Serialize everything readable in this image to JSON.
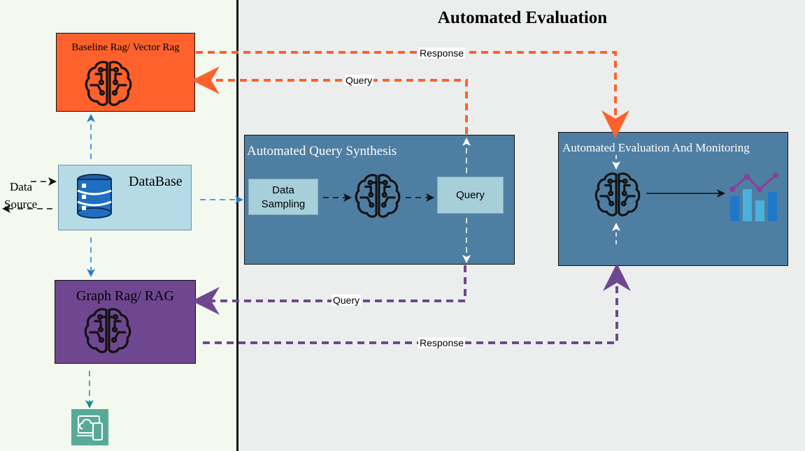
{
  "title": "Automated Evaluation",
  "nodes": {
    "baseline": {
      "label": "Baseline Rag/ Vector Rag",
      "color": "#fe612c"
    },
    "graph": {
      "label": "Graph Rag/ RAG",
      "color": "#6f4791"
    },
    "database": {
      "label": "DataBase",
      "color": "#b5dbe6"
    },
    "data_source": {
      "line1": "Data",
      "line2": "Source"
    },
    "synthesis": {
      "label": "Automated Query Synthesis",
      "color": "#4f7ea3"
    },
    "sampling": {
      "line1": "Data",
      "line2": "Sampling"
    },
    "query_box": {
      "label": "Query"
    },
    "evaluation": {
      "label": "Automated Evaluation And Monitoring",
      "color": "#4f7ea3"
    }
  },
  "edges": {
    "response_top": "Response",
    "query_top": "Query",
    "query_bottom": "Query",
    "response_bottom": "Response"
  },
  "colors": {
    "orange": "#fe612c",
    "purple": "#6f4791",
    "blue": "#2b7bd0",
    "teal": "#1f8a8a",
    "chart_blue": "#1e78c8",
    "chart_light": "#4ab1dc",
    "chart_purple": "#8a3f9a"
  },
  "icons": [
    "brain-circuit-icon",
    "database-icon",
    "bar-chart-icon",
    "cloud-device-icon"
  ]
}
